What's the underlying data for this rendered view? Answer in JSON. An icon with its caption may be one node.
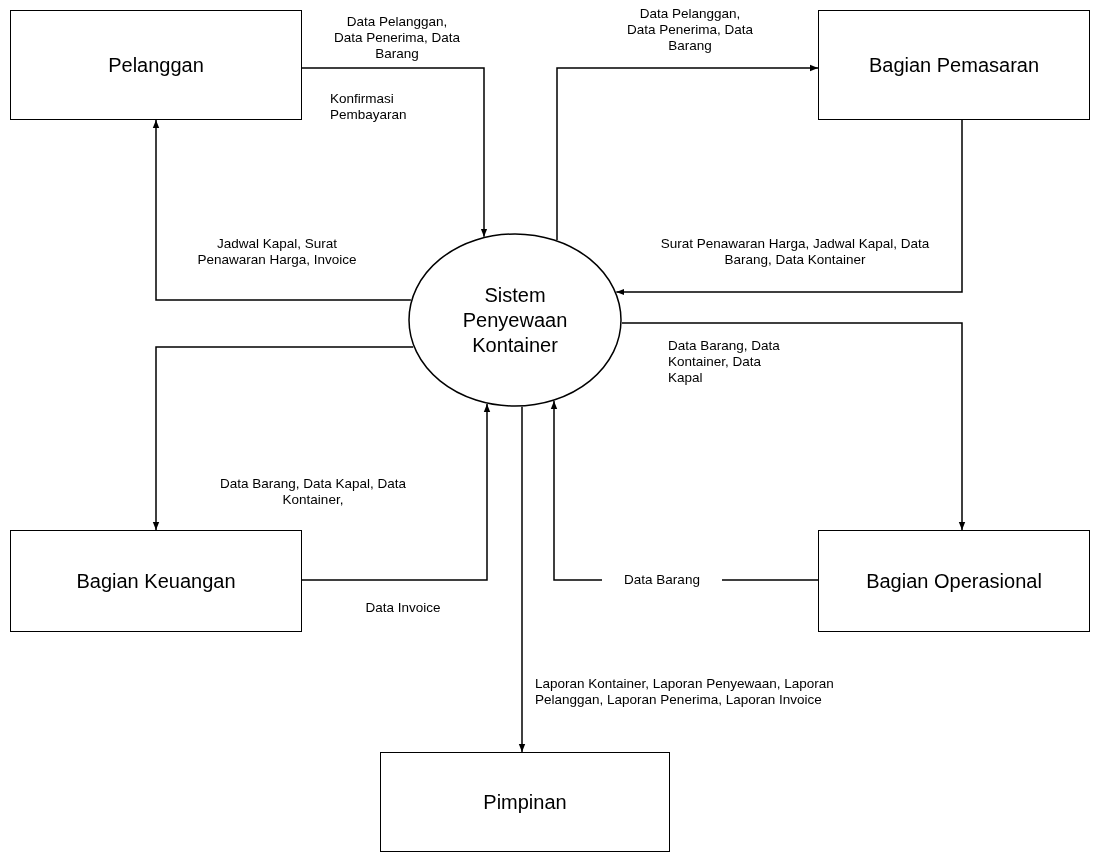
{
  "diagram": {
    "nodes": [
      {
        "text": [
          "Pelanggan"
        ]
      },
      {
        "text": [
          "Sistem Penyewaan Kontainer"
        ]
      },
      {
        "text": [
          "Bagian Pemasaran"
        ]
      },
      {
        "text": [
          "Bagian Keuangan"
        ]
      },
      {
        "text": [
          "Bagian Operasional"
        ]
      },
      {
        "text": [
          "Pimpinan"
        ]
      }
    ],
    "edges": [
      {
        "from": 0,
        "to": 1,
        "arrow": "to",
        "label": "Data Pelanggan, Data Penerima, Data Barang"
      },
      {
        "from": 1,
        "to": 0,
        "arrow": "to",
        "label": "Jadwal Kapal, Surat Penawaran Harga, Invoice"
      },
      {
        "from": 1,
        "to": 2,
        "arrow": "to",
        "label": "Data Pelanggan, Data Penerima, Data Barang"
      },
      {
        "from": 2,
        "to": 1,
        "arrow": "to",
        "label": "Surat Penawaran Harga, Jadwal Kapal, Data Barang, Data Kontainer"
      },
      {
        "from": 1,
        "to": 4,
        "arrow": "to",
        "label": "Data Barang, Data Kontainer, Data Kapal"
      },
      {
        "from": 4,
        "to": 1,
        "arrow": "to",
        "label": "Data Barang"
      },
      {
        "from": 1,
        "to": 3,
        "arrow": "to",
        "label": "Data Barang, Data Kapal, Data Kontainer,"
      },
      {
        "from": 3,
        "to": 1,
        "arrow": "to",
        "label": "Data Invoice"
      },
      {
        "from": 1,
        "to": 5,
        "arrow": "to",
        "label": "Laporan Kontainer, Laporan Penyewaan, Laporan Pelanggan, Laporan Penerima, Laporan Invoice"
      }
    ],
    "labels": [
      "Konfirmasi Pembayaran"
    ]
  }
}
